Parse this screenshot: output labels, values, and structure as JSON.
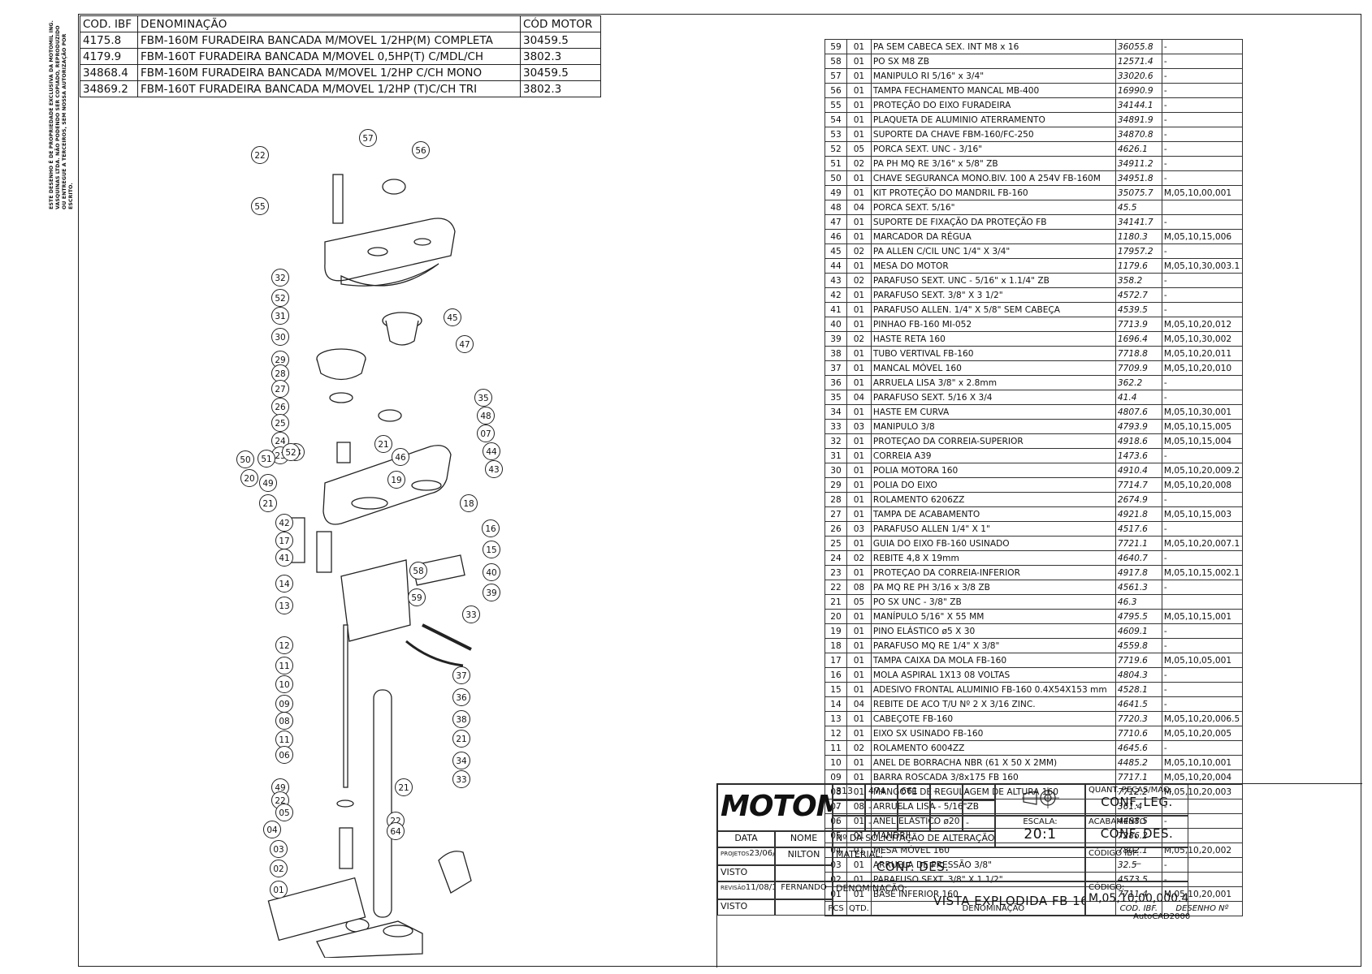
{
  "side_note": "ESTE DESENHO É DE PROPRIEDADE EXCLUSIVA DA MOTOMIL ING. VASQUINAS LTDA. NÃO PODENDO SER COPIADO, REPRODUZIDO OU ENTREGUE A TERCEIROS, SEM NOSSA AUTORIZAÇÃO POR ESCRITO.",
  "models_table": {
    "headers": [
      "COD. IBF",
      "DENOMINAÇÃO",
      "CÓD MOTOR"
    ],
    "rows": [
      [
        "4175.8",
        "FBM-160M FURADEIRA BANCADA M/MOVEL 1/2HP(M) COMPLETA",
        "30459.5"
      ],
      [
        "4179.9",
        "FBM-160T FURADEIRA BANCADA M/MOVEL 0,5HP(T) C/MDL/CH",
        "3802.3"
      ],
      [
        "34868.4",
        "FBM-160M FURADEIRA BANCADA M/MOVEL 1/2HP C/CH MONO",
        "30459.5"
      ],
      [
        "34869.2",
        "FBM-160T FURADEIRA BANCADA M/MOVEL 1/2HP (T)C/CH TRI",
        "3802.3"
      ]
    ]
  },
  "parts_list": {
    "headers": [
      "PCS",
      "QTD.",
      "DENOMINAÇÃO",
      "COD. IBF.",
      "DESENHO Nº"
    ],
    "rows": [
      [
        "59",
        "01",
        "PA SEM CABECA SEX. INT M8 x 16",
        "36055.8",
        "-"
      ],
      [
        "58",
        "01",
        "PO SX M8 ZB",
        "12571.4",
        "-"
      ],
      [
        "57",
        "01",
        "MANIPULO RI 5/16\" x 3/4\"",
        "33020.6",
        "-"
      ],
      [
        "56",
        "01",
        "TAMPA FECHAMENTO MANCAL MB-400",
        "16990.9",
        "-"
      ],
      [
        "55",
        "01",
        "PROTEÇÃO DO EIXO FURADEIRA",
        "34144.1",
        "-"
      ],
      [
        "54",
        "01",
        "PLAQUETA DE ALUMINIO ATERRAMENTO",
        "34891.9",
        "-"
      ],
      [
        "53",
        "01",
        "SUPORTE DA CHAVE FBM-160/FC-250",
        "34870.8",
        "-"
      ],
      [
        "52",
        "05",
        "PORCA SEXT. UNC - 3/16\"",
        "4626.1",
        "-"
      ],
      [
        "51",
        "02",
        "PA PH MQ RE 3/16\" x 5/8\" ZB",
        "34911.2",
        "-"
      ],
      [
        "50",
        "01",
        "CHAVE SEGURANCA MONO.BIV. 100 A 254V FB-160M",
        "34951.8",
        "-"
      ],
      [
        "49",
        "01",
        "KIT PROTEÇÃO DO MANDRIL FB-160",
        "35075.7",
        "M,05,10,00,001"
      ],
      [
        "48",
        "04",
        "PORCA SEXT. 5/16\"",
        "45.5",
        ""
      ],
      [
        "47",
        "01",
        "SUPORTE DE FIXAÇÃO DA PROTEÇÃO FB",
        "34141.7",
        "-"
      ],
      [
        "46",
        "01",
        "MARCADOR DA RÉGUA",
        "1180.3",
        "M,05,10,15,006"
      ],
      [
        "45",
        "02",
        "PA ALLEN C/CIL UNC 1/4\" X 3/4\"",
        "17957.2",
        "-"
      ],
      [
        "44",
        "01",
        "MESA DO MOTOR",
        "1179.6",
        "M,05,10,30,003.1"
      ],
      [
        "43",
        "02",
        "PARAFUSO SEXT. UNC - 5/16\" x 1.1/4\" ZB",
        "358.2",
        "-"
      ],
      [
        "42",
        "01",
        "PARAFUSO SEXT. 3/8\" X 3 1/2\"",
        "4572.7",
        "-"
      ],
      [
        "41",
        "01",
        "PARAFUSO ALLEN. 1/4\" X 5/8\" SEM CABEÇA",
        "4539.5",
        "-"
      ],
      [
        "40",
        "01",
        "PINHAO FB-160 MI-052",
        "7713.9",
        "M,05,10,20,012"
      ],
      [
        "39",
        "02",
        "HASTE RETA 160",
        "1696.4",
        "M,05,10,30,002"
      ],
      [
        "38",
        "01",
        "TUBO VERTIVAL FB-160",
        "7718.8",
        "M,05,10,20,011"
      ],
      [
        "37",
        "01",
        "MANCAL MÓVEL 160",
        "7709.9",
        "M,05,10,20,010"
      ],
      [
        "36",
        "01",
        "ARRUELA LISA 3/8\" x 2.8mm",
        "362.2",
        "-"
      ],
      [
        "35",
        "04",
        "PARAFUSO SEXT. 5/16 X 3/4",
        "41.4",
        "-"
      ],
      [
        "34",
        "01",
        "HASTE EM CURVA",
        "4807.6",
        "M,05,10,30,001"
      ],
      [
        "33",
        "03",
        "MANIPULO 3/8",
        "4793.9",
        "M,05,10,15,005"
      ],
      [
        "32",
        "01",
        "PROTEÇAO DA CORREIA-SUPERIOR",
        "4918.6",
        "M,05,10,15,004"
      ],
      [
        "31",
        "01",
        "CORREIA A39",
        "1473.6",
        "-"
      ],
      [
        "30",
        "01",
        "POLIA MOTORA 160",
        "4910.4",
        "M,05,10,20,009.2"
      ],
      [
        "29",
        "01",
        "POLIA DO EIXO",
        "7714.7",
        "M,05,10,20,008"
      ],
      [
        "28",
        "01",
        "ROLAMENTO 6206ZZ",
        "2674.9",
        "-"
      ],
      [
        "27",
        "01",
        "TAMPA DE ACABAMENTO",
        "4921.8",
        "M,05,10,15,003"
      ],
      [
        "26",
        "03",
        "PARAFUSO ALLEN 1/4\" X 1\"",
        "4517.6",
        "-"
      ],
      [
        "25",
        "01",
        "GUIA DO EIXO FB-160 USINADO",
        "7721.1",
        "M,05,10,20,007.1"
      ],
      [
        "24",
        "02",
        "REBITE 4,8 X 19mm",
        "4640.7",
        "-"
      ],
      [
        "23",
        "01",
        "PROTEÇAO DA CORREIA-INFERIOR",
        "4917.8",
        "M,05,10,15,002.1"
      ],
      [
        "22",
        "08",
        "PA MQ RE PH 3/16 x 3/8 ZB",
        "4561.3",
        "-"
      ],
      [
        "21",
        "05",
        "PO SX UNC - 3/8\" ZB",
        "46.3",
        ""
      ],
      [
        "20",
        "01",
        "MANÍPULO 5/16\" X 55 MM",
        "4795.5",
        "M,05,10,15,001"
      ],
      [
        "19",
        "01",
        "PINO ELÁSTICO ø5 X 30",
        "4609.1",
        "-"
      ],
      [
        "18",
        "01",
        "PARAFUSO MQ RE 1/4\" X 3/8\"",
        "4559.8",
        "-"
      ],
      [
        "17",
        "01",
        "TAMPA CAIXA DA MOLA FB-160",
        "7719.6",
        "M,05,10,05,001"
      ],
      [
        "16",
        "01",
        "MOLA ASPIRAL 1X13 08 VOLTAS",
        "4804.3",
        "-"
      ],
      [
        "15",
        "01",
        "ADESIVO FRONTAL ALUMINIO FB-160 0.4X54X153 mm",
        "4528.1",
        "-"
      ],
      [
        "14",
        "04",
        "REBITE DE ACO T/U Nº 2 X 3/16 ZINC.",
        "4641.5",
        "-"
      ],
      [
        "13",
        "01",
        "CABEÇOTE FB-160",
        "7720.3",
        "M,05,10,20,006.5"
      ],
      [
        "12",
        "01",
        "EIXO SX USINADO FB-160",
        "7710.6",
        "M,05,10,20,005"
      ],
      [
        "11",
        "02",
        "ROLAMENTO 6004ZZ",
        "4645.6",
        "-"
      ],
      [
        "10",
        "01",
        "ANEL DE BORRACHA NBR (61 X 50 X 2MM)",
        "4485.2",
        "M,05,10,10,001"
      ],
      [
        "09",
        "01",
        "BARRA ROSCADA 3/8x175 FB 160",
        "7717.1",
        "M,05,10,20,004"
      ],
      [
        "08",
        "01",
        "MANGOTE DE REGULAGEM DE ALTURA 160",
        "7712.2",
        "M,05,10,20,003"
      ],
      [
        "07",
        "08",
        "ARRUELA LISA - 5/16\"ZB",
        "361.4",
        "-"
      ],
      [
        "06",
        "01",
        "ANEL ELÁSTICO ø20",
        "4488.5",
        "-"
      ],
      [
        "05",
        "01",
        "MANDRIL",
        "7286.2",
        ""
      ],
      [
        "04",
        "01",
        "MESA MÓVEL 160",
        "7802.1",
        "M,05,10,20,002"
      ],
      [
        "03",
        "01",
        "ARRUELA DE PRESSÃO 3/8\"",
        "32.5",
        "-"
      ],
      [
        "02",
        "01",
        "PARAFUSO SEXT. 3/8\" X 1 1/2\"",
        "4573.5",
        "-"
      ],
      [
        "01",
        "01",
        "BASE INFERIOR 160",
        "7711.4",
        "M,05,10,20,001"
      ]
    ]
  },
  "title_block": {
    "logo": "MOTOMIL",
    "revision_numbers": [
      "313",
      "474",
      "661",
      "-",
      "-"
    ],
    "blank_row_1": [
      "-",
      "-",
      "-",
      "-",
      "-"
    ],
    "blank_row_2": [
      "-",
      "-",
      "-",
      "-",
      "-"
    ],
    "revision_caption": "Nº DA SOLICITAÇÃO DE ALTERAÇÃO",
    "col_data": "DATA",
    "col_nome": "NOME",
    "projetos_label": "PROJETOS",
    "projetos_date": "23/06/04",
    "projetos_name": "NILTON",
    "visto_label": "VISTO",
    "revisao_label": "REVISÃO",
    "revisao_date": "11/08/17",
    "revisao_name": "FERNANDO",
    "visto2_label": "VISTO",
    "material_label": "MATERIAL:",
    "material_value": "CONF. DES.",
    "denominacao_label": "DENOMINAÇÃO:",
    "denominacao_value": "VISTA EXPLODIDA FB 160",
    "escala_label": "ESCALA:",
    "escala_value": "20:1",
    "quant_label": "QUANT. PEÇAS/MAQ.",
    "quant_value": "CONF. LEG.",
    "acabamento_label": "ACABAMENTO",
    "acabamento_value": "CONF. DES.",
    "codigo_ibf_label": "CÓDIGO IBF:",
    "codigo_ibf_value": "—",
    "codigo_label": "CÓDIGO:",
    "codigo_value": "M,05,10,00,000.4",
    "software": "AutoCAD2000"
  },
  "callouts": [
    "22",
    "57",
    "56",
    "55",
    "32",
    "52",
    "31",
    "30",
    "45",
    "29",
    "47",
    "28",
    "27",
    "26",
    "25",
    "24",
    "23",
    "53",
    "52",
    "35",
    "48",
    "51",
    "21",
    "07",
    "50",
    "46",
    "44",
    "20",
    "43",
    "49",
    "19",
    "21",
    "18",
    "42",
    "17",
    "16",
    "41",
    "15",
    "58",
    "40",
    "14",
    "59",
    "39",
    "33",
    "13",
    "12",
    "11",
    "10",
    "38",
    "09",
    "08",
    "37",
    "11",
    "36",
    "06",
    "21",
    "49",
    "34",
    "22",
    "05",
    "21",
    "33",
    "04",
    "22",
    "03",
    "64",
    "02",
    "01"
  ]
}
